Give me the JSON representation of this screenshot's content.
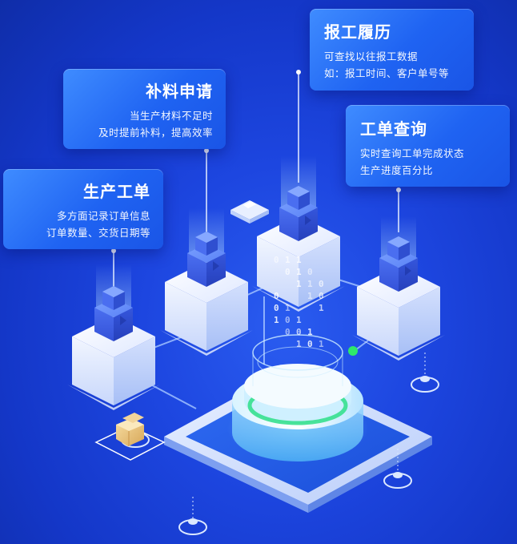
{
  "cards": {
    "production": {
      "title": "生产工单",
      "lines": [
        "多方面记录订单信息",
        "订单数量、交货日期等"
      ]
    },
    "material": {
      "title": "补料申请",
      "lines": [
        "当生产材料不足时",
        "及时提前补料，提高效率"
      ]
    },
    "history": {
      "title": "报工履历",
      "lines": [
        "可查找以往报工数据",
        "如：报工时间、客户单号等"
      ]
    },
    "query": {
      "title": "工单查询",
      "lines": [
        "实时查询工单完成状态",
        "生产进度百分比"
      ]
    }
  },
  "binary_stream": [
    "0",
    "1",
    "1",
    "0",
    "1",
    "0",
    "1",
    "1",
    "0",
    "1",
    "0",
    "0",
    "1",
    "0",
    "1",
    "1",
    "0",
    "1",
    "0",
    "0",
    "1",
    "1",
    "0",
    "1"
  ],
  "colors": {
    "background": "#1d46e0",
    "card": "#2a70f8",
    "cube": "#3a62e8",
    "accent_green": "#2ee86a",
    "glow": "#7fe9ff"
  }
}
